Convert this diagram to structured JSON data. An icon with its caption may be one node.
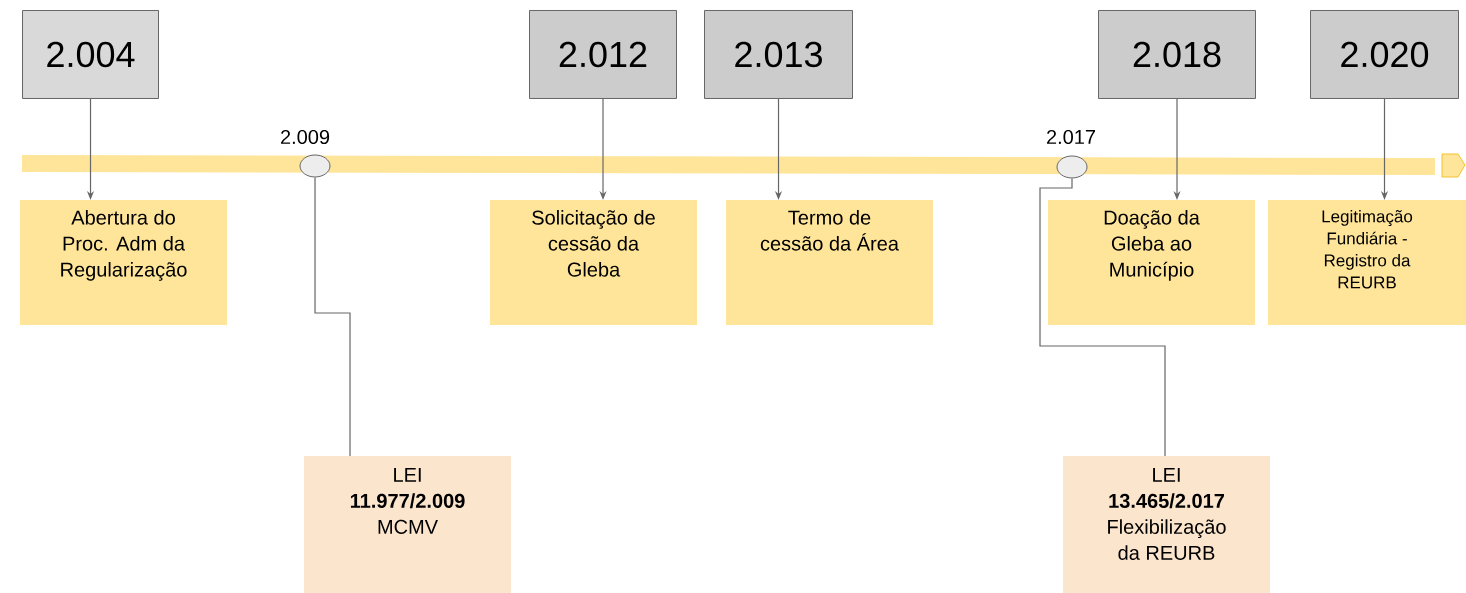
{
  "diagram": {
    "nodes": [
      {
        "text": [
          "2.004"
        ]
      },
      {
        "text": [
          "2.012"
        ]
      },
      {
        "text": [
          "2.013"
        ]
      },
      {
        "text": [
          "2.018"
        ]
      },
      {
        "text": [
          "2.020"
        ]
      },
      {
        "text": [],
        "shape": "circle",
        "beside": [
          "2.009"
        ]
      },
      {
        "text": [],
        "shape": "circle",
        "beside": [
          "2.017"
        ]
      },
      {
        "text": [
          "Abertura do Proc. Adm da Regularização"
        ]
      },
      {
        "text": [
          "Solicitação de cessão da Gleba"
        ]
      },
      {
        "text": [
          "Termo de cessão da Área"
        ]
      },
      {
        "text": [
          "Doação da Gleba ao Município"
        ]
      },
      {
        "text": [
          "Legitimação Fundiária - Registro da REURB"
        ]
      },
      {
        "text": [
          "LEI",
          "11.977/2.009",
          "MCMV"
        ]
      },
      {
        "text": [
          "LEI",
          "13.465/2.017",
          "Flexibilização da REURB"
        ]
      }
    ],
    "edges": [
      {
        "from": 0,
        "to": 7,
        "arrow": "to"
      },
      {
        "from": 1,
        "to": 8,
        "arrow": "to"
      },
      {
        "from": 2,
        "to": 9,
        "arrow": "to"
      },
      {
        "from": 3,
        "to": 10,
        "arrow": "to"
      },
      {
        "from": 4,
        "to": 11,
        "arrow": "to"
      },
      {
        "from": 5,
        "to": 12,
        "arrow": "none"
      },
      {
        "from": 6,
        "to": 13,
        "arrow": "none"
      }
    ]
  }
}
